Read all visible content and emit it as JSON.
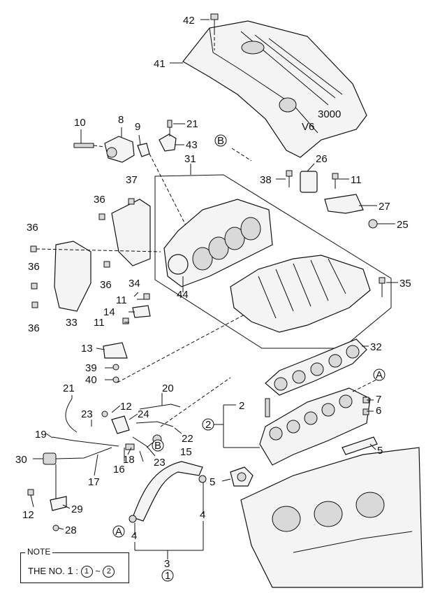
{
  "callouts": [
    {
      "id": "c42",
      "text": "42"
    },
    {
      "id": "c41",
      "text": "41"
    },
    {
      "id": "c10",
      "text": "10"
    },
    {
      "id": "c8",
      "text": "8"
    },
    {
      "id": "c9",
      "text": "9"
    },
    {
      "id": "c21a",
      "text": "21"
    },
    {
      "id": "c43",
      "text": "43"
    },
    {
      "id": "c31",
      "text": "31"
    },
    {
      "id": "c26",
      "text": "26"
    },
    {
      "id": "c38",
      "text": "38"
    },
    {
      "id": "c11a",
      "text": "11"
    },
    {
      "id": "c37",
      "text": "37"
    },
    {
      "id": "c36a",
      "text": "36"
    },
    {
      "id": "c27",
      "text": "27"
    },
    {
      "id": "c25",
      "text": "25"
    },
    {
      "id": "c36b",
      "text": "36"
    },
    {
      "id": "c36c",
      "text": "36"
    },
    {
      "id": "c36d",
      "text": "36"
    },
    {
      "id": "c34",
      "text": "34"
    },
    {
      "id": "c35",
      "text": "35"
    },
    {
      "id": "c44",
      "text": "44"
    },
    {
      "id": "c11b",
      "text": "11"
    },
    {
      "id": "c14",
      "text": "14"
    },
    {
      "id": "c36e",
      "text": "36"
    },
    {
      "id": "c33",
      "text": "33"
    },
    {
      "id": "c11c",
      "text": "11"
    },
    {
      "id": "c32",
      "text": "32"
    },
    {
      "id": "c13",
      "text": "13"
    },
    {
      "id": "c39",
      "text": "39"
    },
    {
      "id": "c40",
      "text": "40"
    },
    {
      "id": "c20",
      "text": "20"
    },
    {
      "id": "c21b",
      "text": "21"
    },
    {
      "id": "c7",
      "text": "7"
    },
    {
      "id": "c2",
      "text": "2"
    },
    {
      "id": "c6",
      "text": "6"
    },
    {
      "id": "c12a",
      "text": "12"
    },
    {
      "id": "c23a",
      "text": "23"
    },
    {
      "id": "c24",
      "text": "24"
    },
    {
      "id": "c19",
      "text": "19"
    },
    {
      "id": "c22",
      "text": "22"
    },
    {
      "id": "c15",
      "text": "15"
    },
    {
      "id": "c5a",
      "text": "5"
    },
    {
      "id": "c18",
      "text": "18"
    },
    {
      "id": "c23b",
      "text": "23"
    },
    {
      "id": "c30",
      "text": "30"
    },
    {
      "id": "c16",
      "text": "16"
    },
    {
      "id": "c17",
      "text": "17"
    },
    {
      "id": "c5b",
      "text": "5"
    },
    {
      "id": "c29",
      "text": "29"
    },
    {
      "id": "c12b",
      "text": "12"
    },
    {
      "id": "c4a",
      "text": "4"
    },
    {
      "id": "c4b",
      "text": "4"
    },
    {
      "id": "c28",
      "text": "28"
    },
    {
      "id": "c3",
      "text": "3"
    }
  ],
  "circled": [
    {
      "id": "cB1",
      "text": "B"
    },
    {
      "id": "cB2",
      "text": "B"
    },
    {
      "id": "cA1",
      "text": "A"
    },
    {
      "id": "cA2",
      "text": "A"
    },
    {
      "id": "c2c",
      "text": "2"
    },
    {
      "id": "c1c",
      "text": "1"
    }
  ],
  "cover_text": {
    "v6": "V6",
    "disp": "3000"
  },
  "note": {
    "title": "NOTE",
    "prefix": "THE NO.",
    "number": "1",
    "colon": ":",
    "from": "1",
    "tilde": "~",
    "to": "2"
  }
}
